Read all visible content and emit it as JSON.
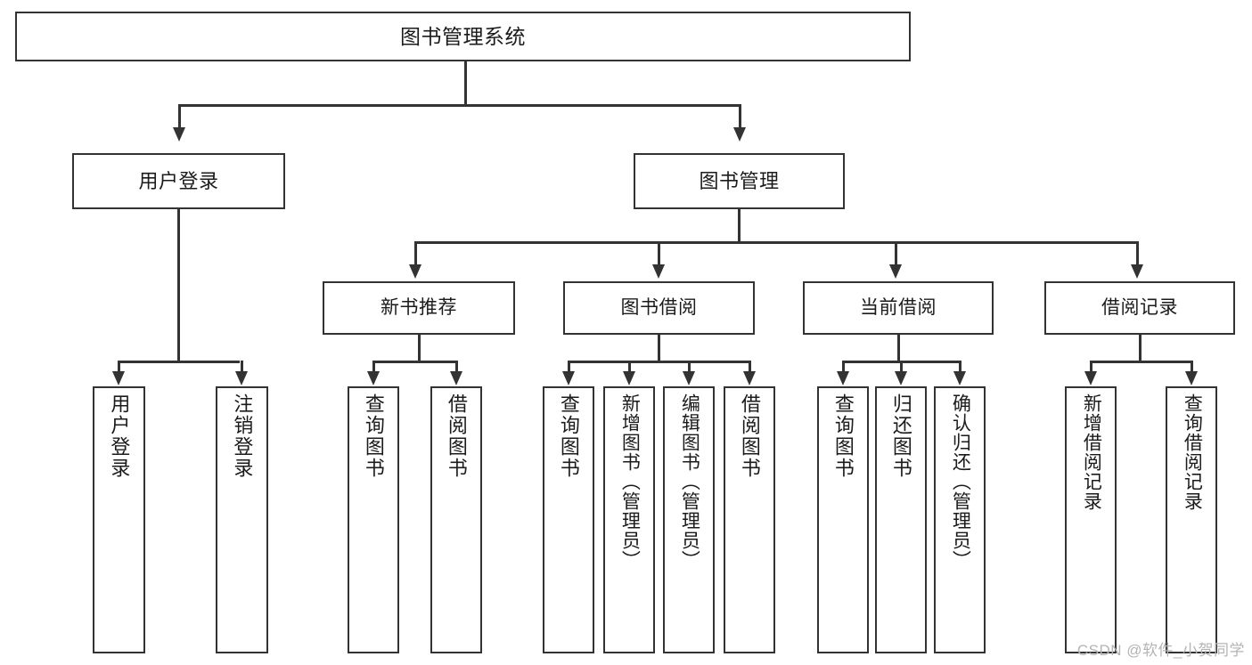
{
  "diagram": {
    "title": "图书管理系统",
    "type": "tree-hierarchy-chart",
    "watermark": "CSDN @软件_小贺同学",
    "colors": {
      "stroke": "#333333",
      "fill": "#ffffff",
      "text": "#1b1b1b",
      "watermark": "#b4b4b4"
    },
    "nodes": {
      "root": {
        "label": "图书管理系统"
      },
      "level1": [
        {
          "id": "user-login",
          "label": "用户登录"
        },
        {
          "id": "book-management",
          "label": "图书管理"
        }
      ],
      "level2": [
        {
          "id": "new-book-recommend",
          "label": "新书推荐"
        },
        {
          "id": "book-borrow",
          "label": "图书借阅"
        },
        {
          "id": "current-borrow",
          "label": "当前借阅"
        },
        {
          "id": "borrow-record",
          "label": "借阅记录"
        }
      ],
      "leaves": {
        "user-login": [
          {
            "id": "login",
            "label": "用户登录"
          },
          {
            "id": "logout",
            "label": "注销登录"
          }
        ],
        "new-book-recommend": [
          {
            "id": "query-book",
            "label": "查询图书"
          },
          {
            "id": "borrow-book",
            "label": "借阅图书"
          }
        ],
        "book-borrow": [
          {
            "id": "query-book",
            "label": "查询图书"
          },
          {
            "id": "add-book-admin",
            "label": "新增图书（管理员）"
          },
          {
            "id": "edit-book-admin",
            "label": "编辑图书（管理员）"
          },
          {
            "id": "borrow-book",
            "label": "借阅图书"
          }
        ],
        "current-borrow": [
          {
            "id": "query-book",
            "label": "查询图书"
          },
          {
            "id": "return-book",
            "label": "归还图书"
          },
          {
            "id": "confirm-return-admin",
            "label": "确认归还（管理员）"
          }
        ],
        "borrow-record": [
          {
            "id": "add-borrow-record",
            "label": "新增借阅记录"
          },
          {
            "id": "query-borrow-record",
            "label": "查询借阅记录"
          }
        ]
      }
    }
  }
}
